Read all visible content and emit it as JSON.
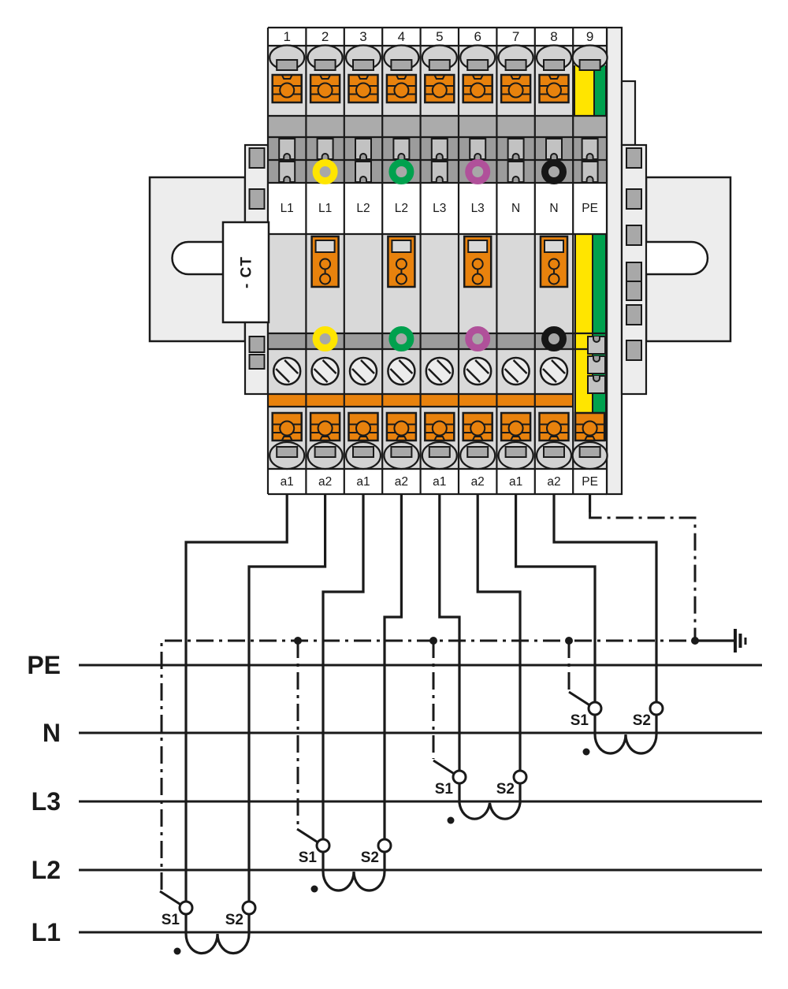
{
  "colors": {
    "line": "#1a1a1a",
    "orange": "#e8820d",
    "yellow": "#ffe500",
    "green": "#00a14e",
    "violet": "#b0519a",
    "ring_black": "#161616",
    "body": "#d9d9d9",
    "body2": "#dcdcdc",
    "strip": "#ababab",
    "dark": "#9c9c9c",
    "rail": "#ededed",
    "inner_gray": "#a8a8a8",
    "metal": "#c2c2c2"
  },
  "terminal_block": {
    "ct_tag": "- CT",
    "terminals": [
      {
        "number": "1",
        "top_label": "L1",
        "bottom_label": "a1",
        "marker": null
      },
      {
        "number": "2",
        "top_label": "L1",
        "bottom_label": "a2",
        "marker": "yellow"
      },
      {
        "number": "3",
        "top_label": "L2",
        "bottom_label": "a1",
        "marker": null
      },
      {
        "number": "4",
        "top_label": "L2",
        "bottom_label": "a2",
        "marker": "green"
      },
      {
        "number": "5",
        "top_label": "L3",
        "bottom_label": "a1",
        "marker": null
      },
      {
        "number": "6",
        "top_label": "L3",
        "bottom_label": "a2",
        "marker": "violet"
      },
      {
        "number": "7",
        "top_label": "N",
        "bottom_label": "a1",
        "marker": null
      },
      {
        "number": "8",
        "top_label": "N",
        "bottom_label": "a2",
        "marker": "black"
      },
      {
        "number": "9",
        "top_label": "PE",
        "bottom_label": "PE",
        "marker": null
      }
    ]
  },
  "schematic": {
    "bus_labels": [
      "PE",
      "N",
      "L3",
      "L2",
      "L1"
    ],
    "transformers": [
      {
        "line": "L1",
        "s1": "S1",
        "s2": "S2"
      },
      {
        "line": "L2",
        "s1": "S1",
        "s2": "S2"
      },
      {
        "line": "L3",
        "s1": "S1",
        "s2": "S2"
      },
      {
        "line": "N",
        "s1": "S1",
        "s2": "S2"
      }
    ]
  }
}
